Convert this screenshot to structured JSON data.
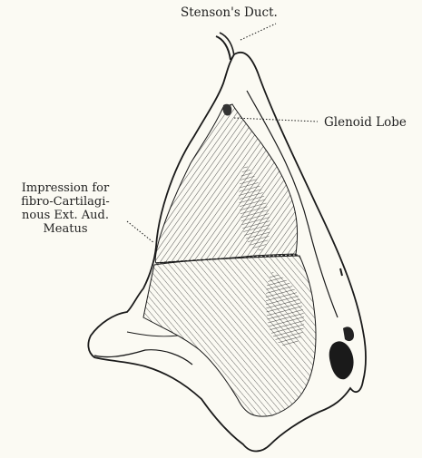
{
  "labels": {
    "stenson": "Stenson's Duct.",
    "glenoid": "Glenoid Lobe",
    "impression": [
      "Impression for",
      "fibro-Cartilagi-",
      "nous Ext. Aud.",
      "Meatus"
    ]
  }
}
